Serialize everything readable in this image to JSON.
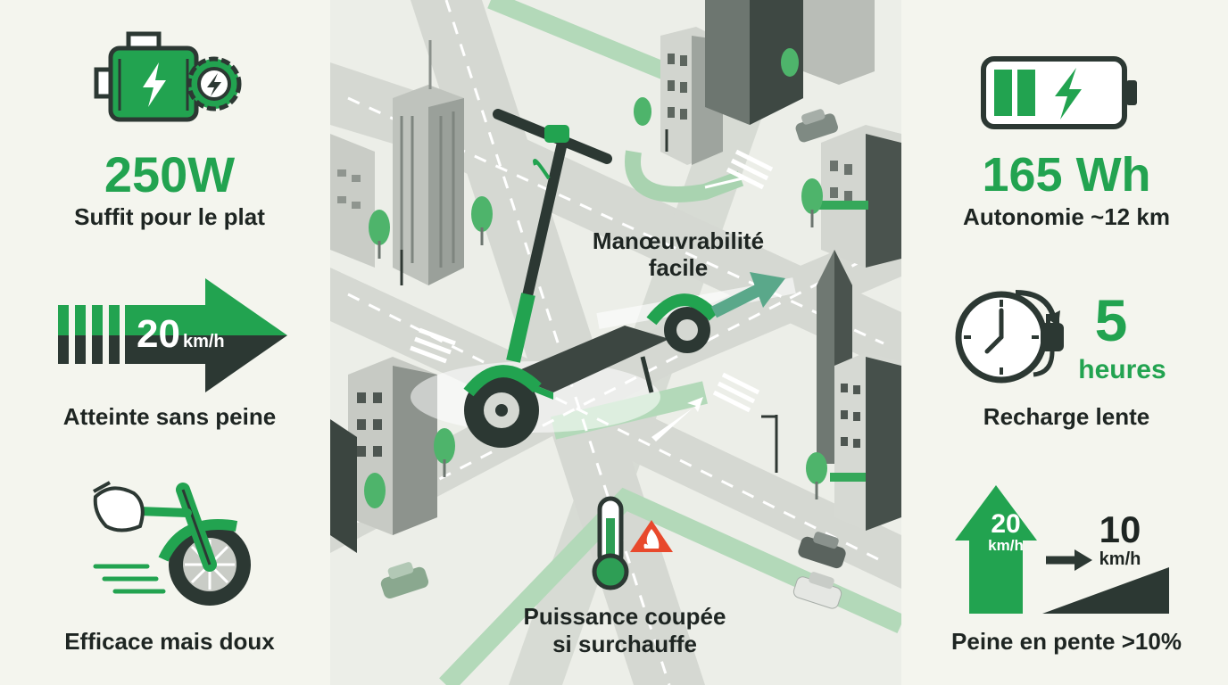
{
  "colors": {
    "green": "#22a350",
    "dark": "#2c3833",
    "paper": "#f4f5ee",
    "road": "#dcdfd8",
    "warning": "#e8492c"
  },
  "left": {
    "motor": {
      "icon": "electric-motor-gear-icon",
      "value": "250W",
      "caption": "Suffit pour le plat"
    },
    "speed": {
      "icon": "speed-arrow-icon",
      "value": "20",
      "unit": "km/h",
      "caption": "Atteinte sans peine"
    },
    "brake": {
      "icon": "hand-brake-wheel-icon",
      "caption": "Efficace mais doux"
    }
  },
  "center": {
    "maneuver": {
      "line1": "Manœuvrabilité",
      "line2": "facile"
    },
    "overheat": {
      "icon": "thermometer-fire-icon",
      "line1": "Puissance coupée",
      "line2": "si surchauffe"
    }
  },
  "right": {
    "battery": {
      "icon": "battery-charge-icon",
      "value": "165 Wh",
      "caption": "Autonomie ~12 km"
    },
    "charge": {
      "icon": "clock-plug-icon",
      "value": "5",
      "unit": "heures",
      "caption": "Recharge lente"
    },
    "slope": {
      "icon": "slope-speed-icon",
      "speed_flat": "20",
      "unit_flat": "km/h",
      "speed_slope": "10",
      "unit_slope": "km/h",
      "caption": "Peine en pente >10%"
    }
  }
}
